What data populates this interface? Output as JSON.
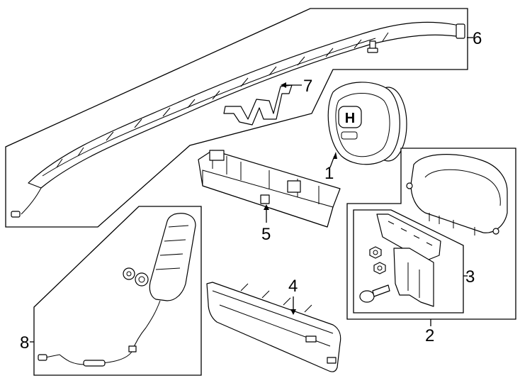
{
  "callouts": {
    "c1": "1",
    "c2": "2",
    "c3": "3",
    "c4": "4",
    "c5": "5",
    "c6": "6",
    "c7": "7",
    "c8": "8"
  },
  "logo_text": "H"
}
